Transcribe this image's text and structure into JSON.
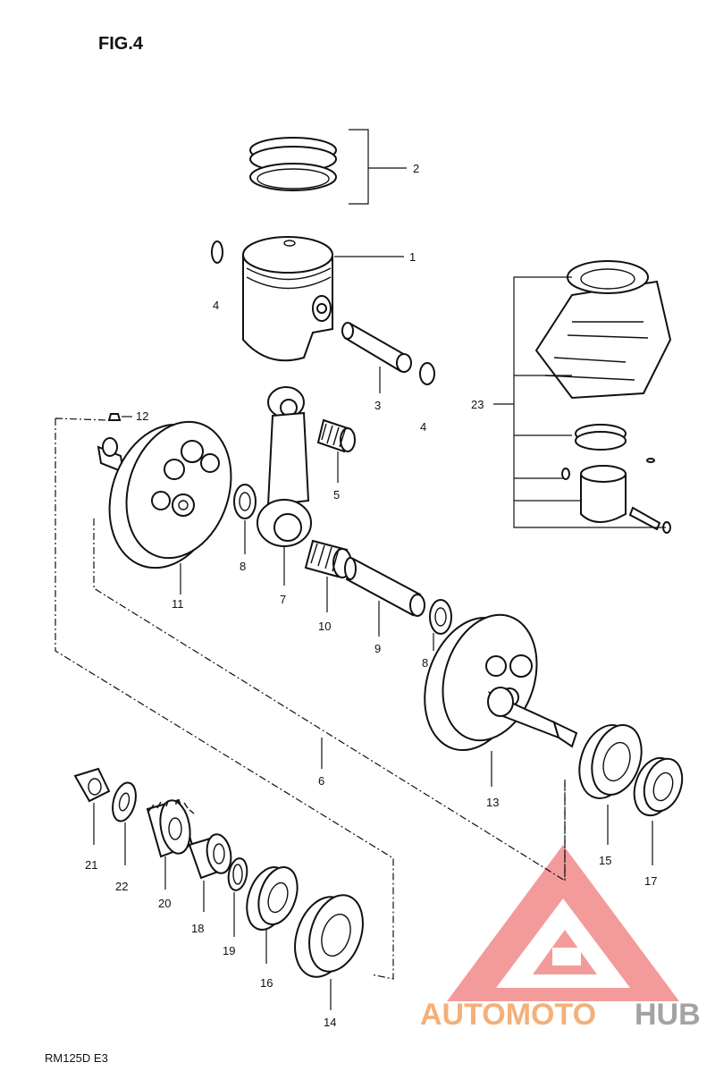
{
  "figure": {
    "title": "FIG.4",
    "footer": "RM125D E3"
  },
  "parts": [
    {
      "ref": "1",
      "name": "piston"
    },
    {
      "ref": "2",
      "name": "piston-ring-set"
    },
    {
      "ref": "3",
      "name": "piston-pin"
    },
    {
      "ref": "4",
      "name": "piston-pin-circlip"
    },
    {
      "ref": "5",
      "name": "small-end-bearing"
    },
    {
      "ref": "6",
      "name": "crankshaft-assembly"
    },
    {
      "ref": "7",
      "name": "connecting-rod"
    },
    {
      "ref": "8",
      "name": "thrust-washer"
    },
    {
      "ref": "9",
      "name": "crank-pin"
    },
    {
      "ref": "10",
      "name": "big-end-bearing"
    },
    {
      "ref": "11",
      "name": "crank-web-left"
    },
    {
      "ref": "12",
      "name": "crank-key"
    },
    {
      "ref": "13",
      "name": "crank-web-right"
    },
    {
      "ref": "14",
      "name": "crank-bearing-left"
    },
    {
      "ref": "15",
      "name": "crank-bearing-right"
    },
    {
      "ref": "16",
      "name": "oil-seal-left"
    },
    {
      "ref": "17",
      "name": "oil-seal-right"
    },
    {
      "ref": "18",
      "name": "spacer"
    },
    {
      "ref": "19",
      "name": "o-ring"
    },
    {
      "ref": "20",
      "name": "primary-drive-gear"
    },
    {
      "ref": "21",
      "name": "nut"
    },
    {
      "ref": "22",
      "name": "washer"
    },
    {
      "ref": "23",
      "name": "cylinder-piston-kit"
    }
  ],
  "labels": {
    "l1": "1",
    "l2": "2",
    "l3": "3",
    "l4a": "4",
    "l4b": "4",
    "l5": "5",
    "l6": "6",
    "l7": "7",
    "l8a": "8",
    "l8b": "8",
    "l9": "9",
    "l10": "10",
    "l11": "11",
    "l12": "12",
    "l13": "13",
    "l14": "14",
    "l15": "15",
    "l16": "16",
    "l17": "17",
    "l18": "18",
    "l19": "19",
    "l20": "20",
    "l21": "21",
    "l22": "22",
    "l23": "23"
  },
  "watermark": {
    "text_a": "AUTOMOTO",
    "text_b": "HUB",
    "color_a": "#f4b079",
    "color_b": "#a3a3a3",
    "logo_color": "#f28a8a"
  }
}
